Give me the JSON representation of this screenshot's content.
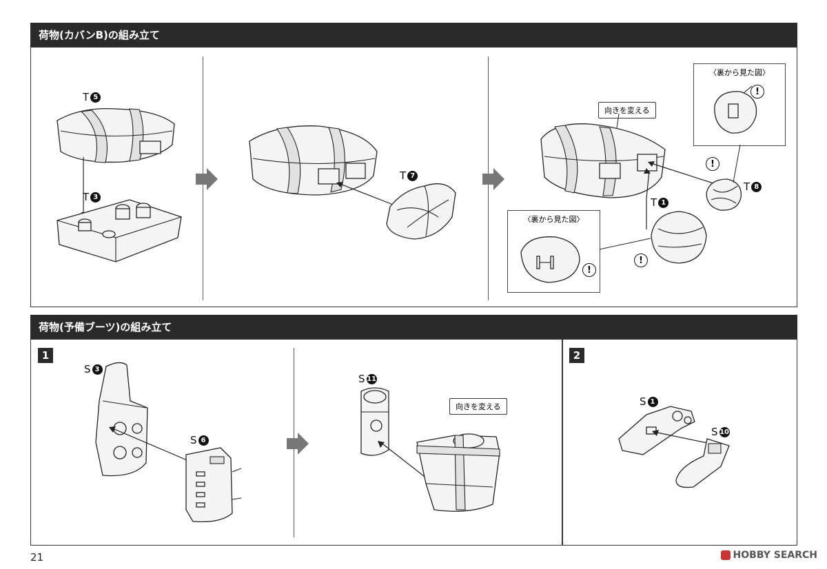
{
  "section1": {
    "title": "荷物(カバンB)の組み立て",
    "labels": {
      "t5": {
        "prefix": "T",
        "num": "5"
      },
      "t3": {
        "prefix": "T",
        "num": "3"
      },
      "t7": {
        "prefix": "T",
        "num": "7"
      },
      "t8": {
        "prefix": "T",
        "num": "8"
      },
      "t1": {
        "prefix": "T",
        "num": "1"
      }
    },
    "callout_turn": "向きを変える",
    "view_back_title": "〈裏から見た図〉",
    "view_back_title_2": "〈裏から見た図〉"
  },
  "section2": {
    "title": "荷物(予備ブーツ)の組み立て",
    "step1": "1",
    "step2": "2",
    "labels": {
      "s3": {
        "prefix": "S",
        "num": "3"
      },
      "s6": {
        "prefix": "S",
        "num": "6"
      },
      "s11": {
        "prefix": "S",
        "num": "11"
      },
      "s1": {
        "prefix": "S",
        "num": "1"
      },
      "s10": {
        "prefix": "S",
        "num": "10"
      }
    },
    "callout_turn": "向きを変える"
  },
  "warn_symbol": "!",
  "page_number": "21",
  "watermark": "HOBBY SEARCH"
}
